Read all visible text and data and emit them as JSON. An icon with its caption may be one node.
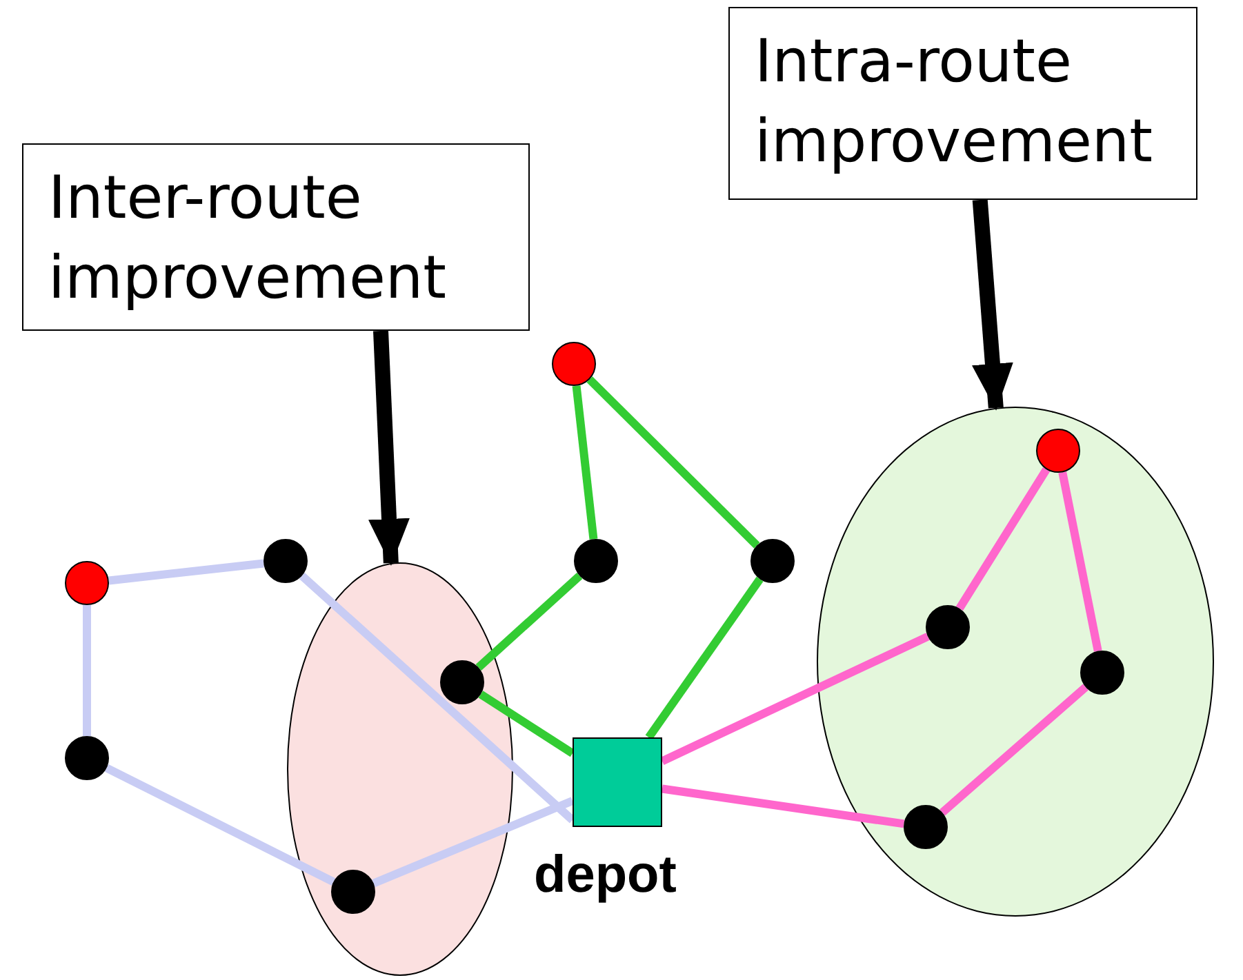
{
  "diagram": {
    "nodes": [
      {
        "text": [
          "Intra-route improvement"
        ]
      },
      {
        "text": [
          "Inter-route improvement"
        ]
      },
      {
        "text": [],
        "shape": "circle"
      },
      {
        "text": [],
        "shape": "ellipse"
      },
      {
        "text": [],
        "shape": "circle",
        "in": 3
      },
      {
        "text": [],
        "shape": "circle"
      },
      {
        "text": [],
        "shape": "circle"
      },
      {
        "text": [],
        "shape": "circle"
      },
      {
        "text": [],
        "shape": "ellipse"
      },
      {
        "text": [],
        "shape": "circle"
      },
      {
        "text": [],
        "shape": "circle",
        "in": 3
      },
      {
        "text": [],
        "shape": "circle",
        "in": 3
      },
      {
        "text": [],
        "shape": "circle",
        "in": 8
      },
      {
        "text": [],
        "shape": "box",
        "beside": [
          "depot"
        ]
      },
      {
        "text": [],
        "shape": "circle"
      },
      {
        "text": [],
        "shape": "circle",
        "in": 3
      },
      {
        "text": [],
        "shape": "circle",
        "in": 8
      }
    ],
    "edges": [
      {
        "from": 0,
        "to": 3,
        "arrow": "to",
        "style": "thick",
        "color": "#000000"
      },
      {
        "from": 1,
        "to": 8,
        "arrow": "to",
        "style": "thick",
        "color": "#000000"
      },
      {
        "from": 13,
        "to": 5,
        "arrow": "none",
        "color": "#c8ccf4"
      },
      {
        "from": 5,
        "to": 9,
        "arrow": "none",
        "color": "#c8ccf4"
      },
      {
        "from": 9,
        "to": 14,
        "arrow": "none",
        "color": "#c8ccf4"
      },
      {
        "from": 14,
        "to": 16,
        "arrow": "none",
        "color": "#c8ccf4"
      },
      {
        "from": 16,
        "to": 13,
        "arrow": "none",
        "color": "#c8ccf4"
      },
      {
        "from": 13,
        "to": 12,
        "arrow": "none",
        "color": "#33cc33"
      },
      {
        "from": 12,
        "to": 6,
        "arrow": "none",
        "color": "#33cc33"
      },
      {
        "from": 6,
        "to": 2,
        "arrow": "none",
        "color": "#33cc33"
      },
      {
        "from": 2,
        "to": 7,
        "arrow": "none",
        "color": "#33cc33"
      },
      {
        "from": 7,
        "to": 13,
        "arrow": "none",
        "color": "#33cc33"
      },
      {
        "from": 13,
        "to": 10,
        "arrow": "none",
        "color": "#ff66cc"
      },
      {
        "from": 10,
        "to": 4,
        "arrow": "none",
        "color": "#ff66cc"
      },
      {
        "from": 4,
        "to": 11,
        "arrow": "none",
        "color": "#ff66cc"
      },
      {
        "from": 11,
        "to": 15,
        "arrow": "none",
        "color": "#ff66cc"
      },
      {
        "from": 15,
        "to": 13,
        "arrow": "none",
        "color": "#ff66cc"
      }
    ]
  }
}
